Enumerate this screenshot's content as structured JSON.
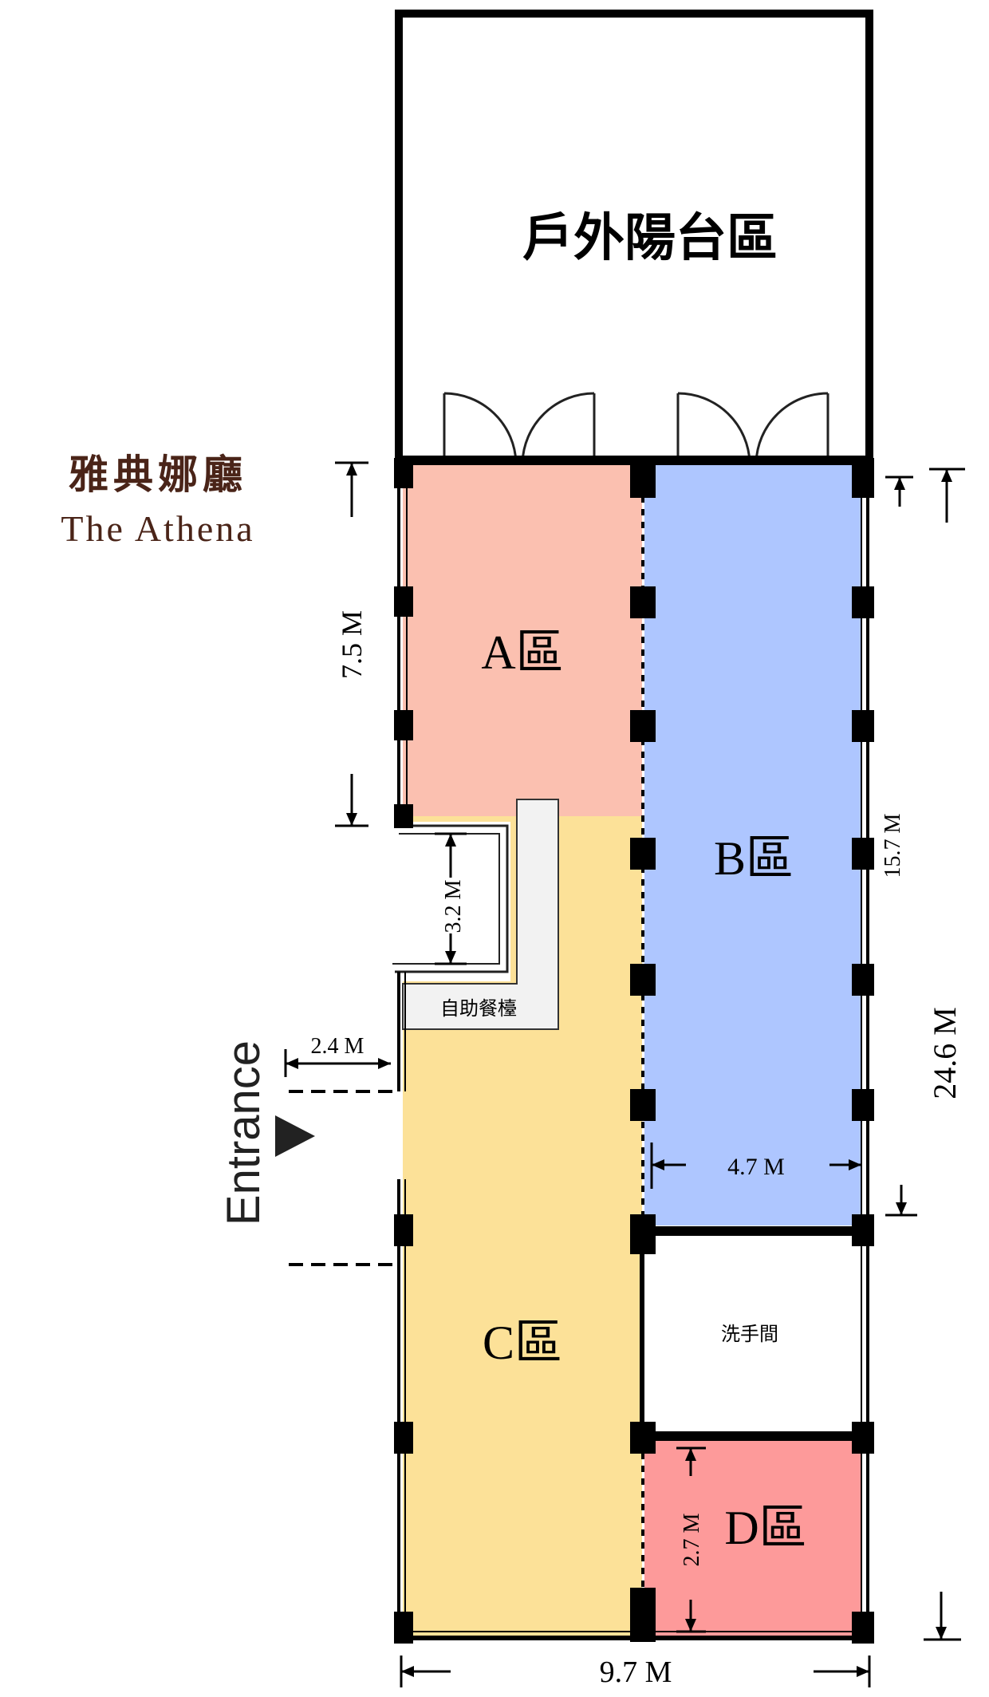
{
  "venue": {
    "name_zh": "雅典娜廳",
    "name_en": "The Athena"
  },
  "zones": {
    "terrace": "戶外陽台區",
    "a": "A區",
    "b": "B區",
    "c": "C區",
    "d": "D區",
    "buffet": "自助餐檯",
    "restroom": "洗手間"
  },
  "entrance": "Entrance",
  "dimensions": {
    "a_length": "7.5 M",
    "buffet_depth": "3.2 M",
    "entrance_width": "2.4 M",
    "b_length": "15.7 M",
    "total_length": "24.6 M",
    "b_width": "4.7 M",
    "d_length": "2.7 M",
    "total_width": "9.7 M"
  },
  "colors": {
    "zone_a": "#fbc0b0",
    "zone_b": "#aec6ff",
    "zone_c": "#fce198",
    "zone_d": "#fd9a9a",
    "buffet": "#f2f2f2",
    "title": "#4a2418"
  }
}
